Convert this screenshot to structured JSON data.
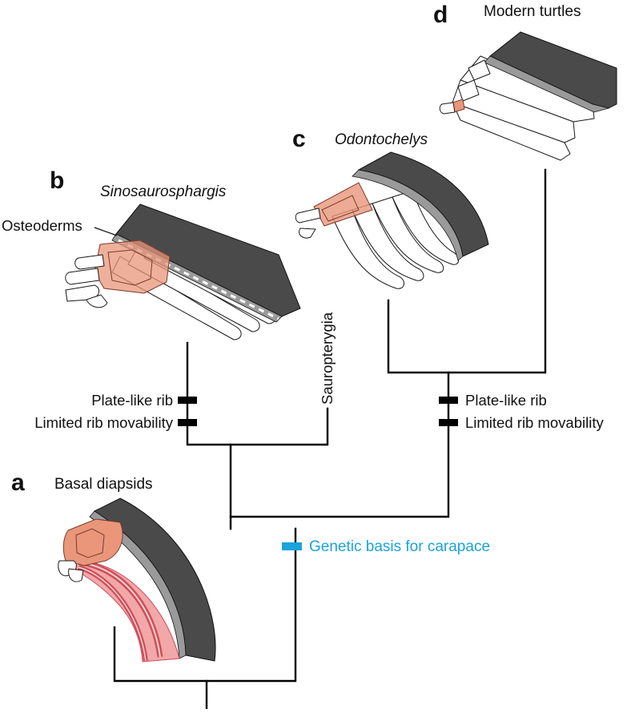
{
  "panels": [
    {
      "letter": "a",
      "name": "Basal diapsids",
      "italic": false
    },
    {
      "letter": "b",
      "name": "Sinosaurosphargis",
      "italic": true
    },
    {
      "letter": "c",
      "name": "Odontochelys",
      "italic": true
    },
    {
      "letter": "d",
      "name": "Modern turtles",
      "italic": false
    }
  ],
  "labels": {
    "osteoderms": "Osteoderms",
    "sauropterygia": "Sauropterygia",
    "left_char_1": "Plate-like rib",
    "left_char_2": "Limited rib movability",
    "right_char_1": "Plate-like rib",
    "right_char_2": "Limited rib movability",
    "genetic_basis": "Genetic basis for carapace"
  },
  "colors": {
    "tree": "#000000",
    "genetic_basis": "#1aa3dd",
    "carapace_dark": "#4a4a4a",
    "carapace_light": "#9a9a9a",
    "vertebra_highlight": "#e9967a",
    "rib_red": "#cf4d5a",
    "rib_pink": "#f2a8a8"
  }
}
